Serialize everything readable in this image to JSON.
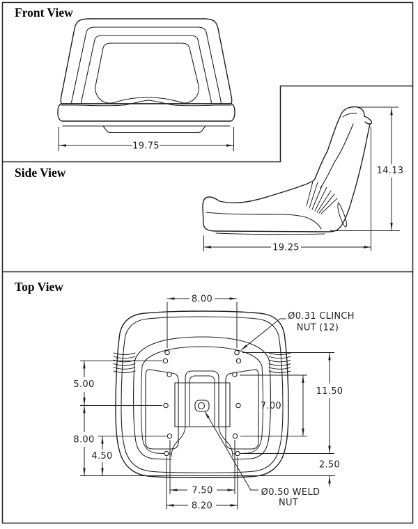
{
  "style": {
    "ink": "#1f1f1f",
    "background": "#ffffff"
  },
  "views": {
    "front": {
      "title": "Front View",
      "width_dim": "19.75"
    },
    "side": {
      "title": "Side View",
      "height_dim": "14.13",
      "depth_dim": "19.25"
    },
    "top": {
      "title": "Top View",
      "rear_hole_spacing": "8.00",
      "clinch_note_line1": "Ø0.31 CLINCH",
      "clinch_note_line2": "NUT (12)",
      "left_upper_dim": "5.00",
      "left_lower_dim": "8.00",
      "left_inner_dim": "4.50",
      "right_outer_dim": "11.50",
      "right_inner_dim": "7.00",
      "right_lower_dim": "2.50",
      "bottom_inner_dim": "7.50",
      "bottom_outer_dim": "8.20",
      "weld_note_line1": "Ø0.50 WELD",
      "weld_note_line2": "NUT"
    }
  }
}
